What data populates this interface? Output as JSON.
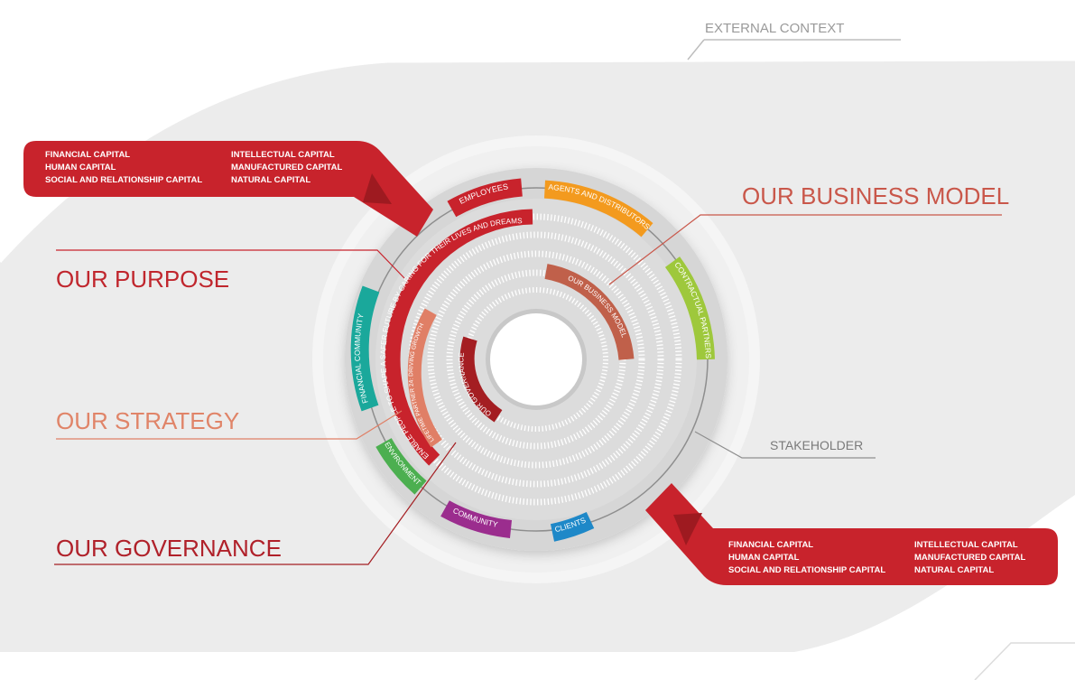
{
  "labels": {
    "external_context": "EXTERNAL CONTEXT",
    "stakeholder": "STAKEHOLDER",
    "our_business_model": "OUR BUSINESS MODEL",
    "our_purpose": "OUR PURPOSE",
    "our_strategy": "OUR STRATEGY",
    "our_governance": "OUR GOVERNANCE"
  },
  "input_capitals": {
    "left": [
      "FINANCIAL CAPITAL",
      "HUMAN CAPITAL",
      "SOCIAL AND RELATIONSHIP CAPITAL"
    ],
    "right": [
      "INTELLECTUAL CAPITAL",
      "MANUFACTURED CAPITAL",
      "NATURAL CAPITAL"
    ]
  },
  "output_capitals": {
    "left": [
      "FINANCIAL CAPITAL",
      "HUMAN CAPITAL",
      "SOCIAL AND RELATIONSHIP CAPITAL"
    ],
    "right": [
      "INTELLECTUAL CAPITAL",
      "MANUFACTURED CAPITAL",
      "NATURAL CAPITAL"
    ]
  },
  "stakeholders": [
    {
      "label": "EMPLOYEES",
      "color": "#c8232c"
    },
    {
      "label": "AGENTS AND DISTRIBUTORS",
      "color": "#f39a1e"
    },
    {
      "label": "CONTRACTUAL PARTNERS",
      "color": "#9ec83c"
    },
    {
      "label": "CLIENTS",
      "color": "#1e88c8"
    },
    {
      "label": "COMMUNITY",
      "color": "#9b2d8e"
    },
    {
      "label": "ENVIRONMENT",
      "color": "#4caf50"
    },
    {
      "label": "FINANCIAL COMMUNITY",
      "color": "#1aa89b"
    }
  ],
  "rings": {
    "purpose": "ENABLE PEOPLE TO SHAPE A SAFER FUTURE BY CARING FOR THEIR LIVES AND DREAMS",
    "strategy": "LIFETIME PARTNER 24: DRIVING GROWTH",
    "business_model": "OUR BUSINESS MODEL",
    "governance": "OUR GOVERNANCE"
  },
  "colors": {
    "brand_red": "#c8232c",
    "purpose_red": "#c8232c",
    "strategy_salmon": "#e07f66",
    "business_model_brown": "#c0604a",
    "governance_darkred": "#a41e22",
    "title_red": "#c0262d",
    "strategy_title": "#e08468",
    "business_title": "#c9574a"
  }
}
